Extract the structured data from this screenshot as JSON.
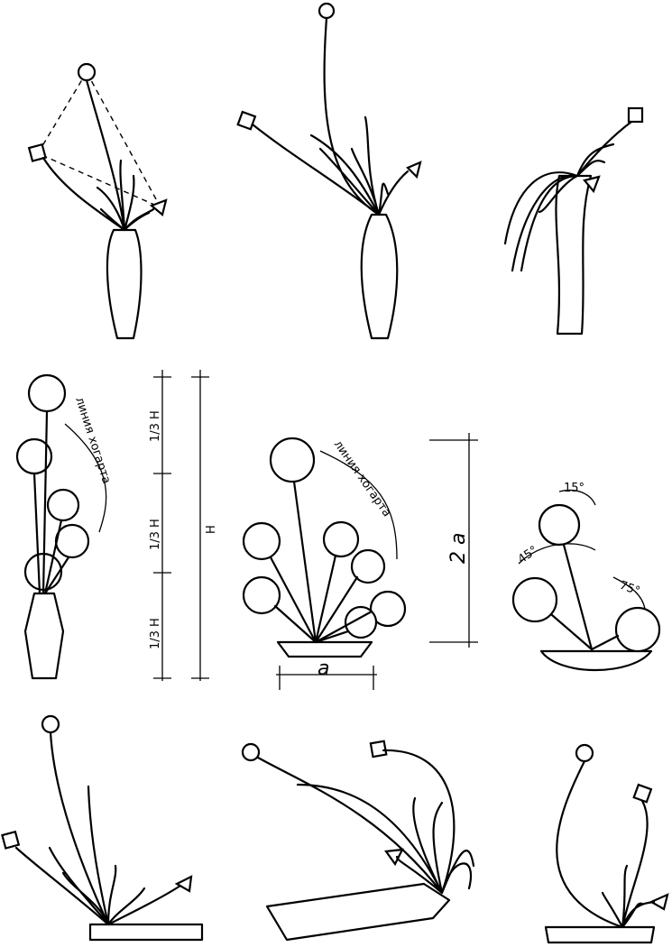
{
  "labels": {
    "hogarth_line_left": "линия хогарта",
    "hogarth_line_center": "линия хогарта",
    "third_h_top": "1/3 Н",
    "third_h_mid": "1/3 Н",
    "third_h_bottom": "1/3 Н",
    "height_h": "Н",
    "width_a": "а",
    "height_2a": "2 а",
    "angle_top": "15°",
    "angle_left": "45°",
    "angle_right": "75°"
  }
}
